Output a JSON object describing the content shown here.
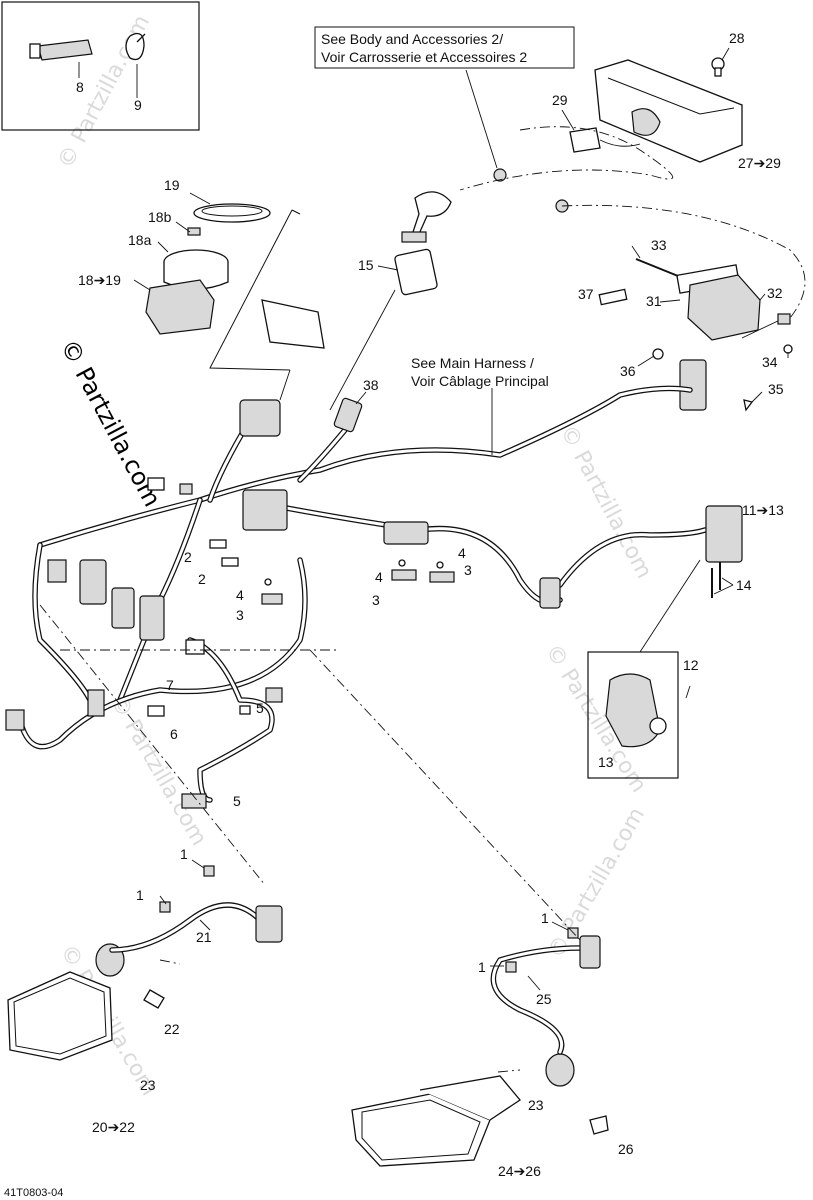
{
  "watermark": {
    "main": "© Partzilla.com",
    "faint": "© Partzilla.com"
  },
  "figure_ref": "41T0803-04",
  "notes": {
    "body_line1": "See Body and Accessories 2/",
    "body_line2": "Voir Carrosserie et Accessoires 2",
    "main_line1": "See Main Harness /",
    "main_line2": "Voir Câblage Principal"
  },
  "callouts": {
    "c8": "8",
    "c9": "9",
    "c28": "28",
    "c29": "29",
    "c27": "27➔29",
    "c19": "19",
    "c18b": "18b",
    "c18a": "18a",
    "c18": "18➔19",
    "c15": "15",
    "c33": "33",
    "c37": "37",
    "c31": "31",
    "c32": "32",
    "c36": "36",
    "c34": "34",
    "c35": "35",
    "c38": "38",
    "c11": "11➔13",
    "c14": "14",
    "c2a": "2",
    "c2b": "2",
    "c4a": "4",
    "c3a": "3",
    "c4b": "4",
    "c4c": "4",
    "c3b": "3",
    "c3c": "3",
    "c7": "7",
    "c6": "6",
    "c5a": "5",
    "c5b": "5",
    "c12": "12",
    "c13": "13",
    "c1a": "1",
    "c1b": "1",
    "c21": "21",
    "c22": "22",
    "c23a": "23",
    "c20": "20➔22",
    "c1c": "1",
    "c1d": "1",
    "c25": "25",
    "c23b": "23",
    "c26": "26",
    "c24": "24➔26"
  }
}
